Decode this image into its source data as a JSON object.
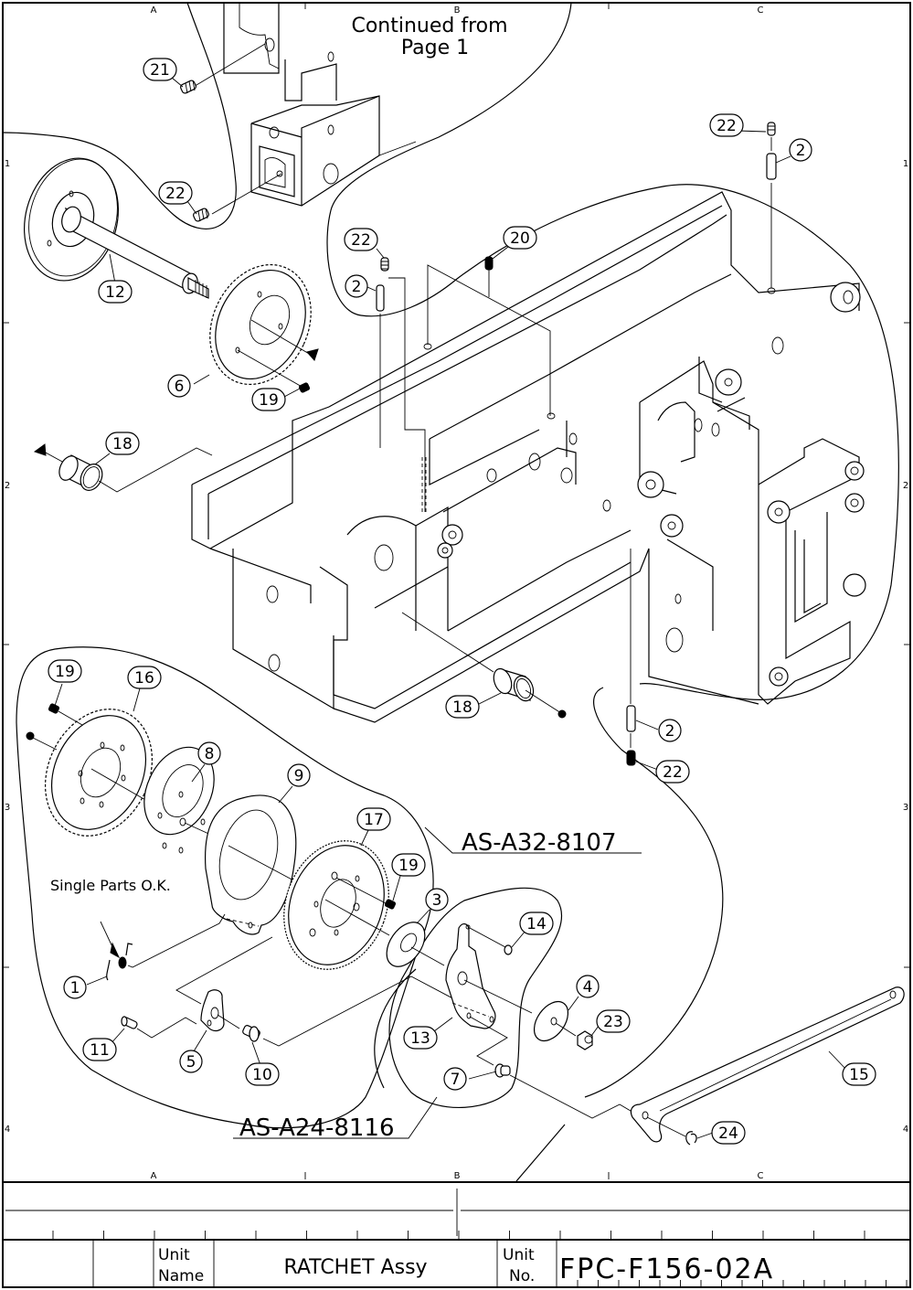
{
  "drawing": {
    "continuation_note": {
      "line1": "Continued from",
      "line2": "Page 1"
    },
    "single_parts_note": "Single Parts O.K.",
    "assemblies": [
      {
        "id": "asm-1",
        "label": "AS-A32-8107"
      },
      {
        "id": "asm-2",
        "label": "AS-A24-8116"
      }
    ],
    "zone_columns": [
      "A",
      "B",
      "C"
    ],
    "zone_rows": [
      "1",
      "2",
      "3",
      "4"
    ],
    "balloons": [
      {
        "id": "b21",
        "num": "21"
      },
      {
        "id": "b22a",
        "num": "22"
      },
      {
        "id": "b12",
        "num": "12"
      },
      {
        "id": "b6",
        "num": "6"
      },
      {
        "id": "b19a",
        "num": "19"
      },
      {
        "id": "b18a",
        "num": "18"
      },
      {
        "id": "b22b",
        "num": "22"
      },
      {
        "id": "b2a",
        "num": "2"
      },
      {
        "id": "b20",
        "num": "20"
      },
      {
        "id": "b22c",
        "num": "22"
      },
      {
        "id": "b2b",
        "num": "2"
      },
      {
        "id": "b18b",
        "num": "18"
      },
      {
        "id": "b2c",
        "num": "2"
      },
      {
        "id": "b22d",
        "num": "22"
      },
      {
        "id": "b19b",
        "num": "19"
      },
      {
        "id": "b16",
        "num": "16"
      },
      {
        "id": "b8",
        "num": "8"
      },
      {
        "id": "b9",
        "num": "9"
      },
      {
        "id": "b17",
        "num": "17"
      },
      {
        "id": "b19c",
        "num": "19"
      },
      {
        "id": "b3",
        "num": "3"
      },
      {
        "id": "b14",
        "num": "14"
      },
      {
        "id": "b1",
        "num": "1"
      },
      {
        "id": "b11",
        "num": "11"
      },
      {
        "id": "b5",
        "num": "5"
      },
      {
        "id": "b10",
        "num": "10"
      },
      {
        "id": "b13",
        "num": "13"
      },
      {
        "id": "b4",
        "num": "4"
      },
      {
        "id": "b23",
        "num": "23"
      },
      {
        "id": "b7",
        "num": "7"
      },
      {
        "id": "b15",
        "num": "15"
      },
      {
        "id": "b24",
        "num": "24"
      }
    ]
  },
  "title_block": {
    "unit_name_label": {
      "line1": "Unit",
      "line2": "Name"
    },
    "unit_name": "RATCHET Assy",
    "unit_no_label": {
      "line1": "Unit",
      "line2": "No."
    },
    "unit_no": "FPC-F156-02A"
  }
}
